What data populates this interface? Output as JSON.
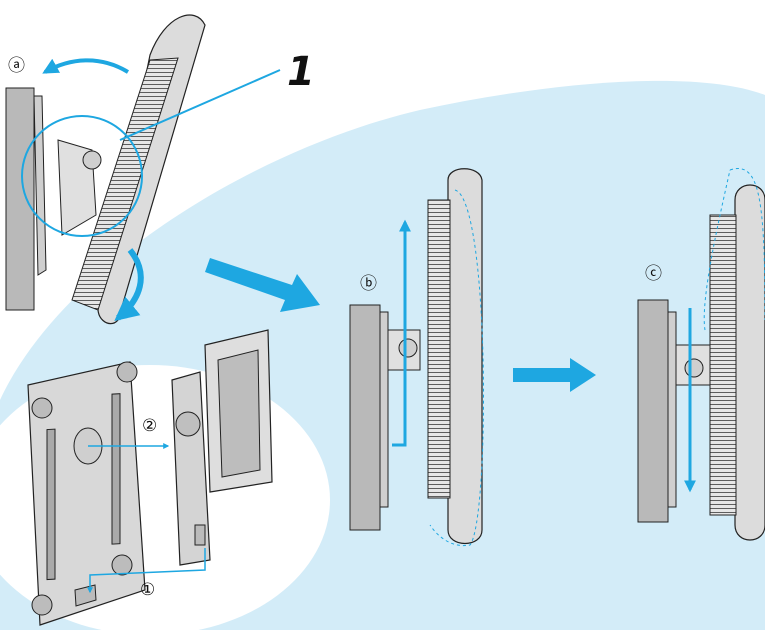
{
  "labels": {
    "callout_number": "1",
    "step_a": "ⓐ",
    "step_b": "ⓑ",
    "step_c": "ⓒ",
    "step_1": "①",
    "step_2": "②"
  },
  "colors": {
    "background_blob": "#d3ecf8",
    "arrow_blue": "#1ea7e1",
    "wall_gray": "#b9b9b9",
    "monitor_gray": "#d9d9d9",
    "outline": "#222222"
  },
  "icons": [
    "curved-arrow-icon",
    "down-curved-arrow-icon",
    "right-arrow-icon",
    "up-arrow-icon",
    "down-arrow-icon",
    "magnifier-circle-icon"
  ]
}
